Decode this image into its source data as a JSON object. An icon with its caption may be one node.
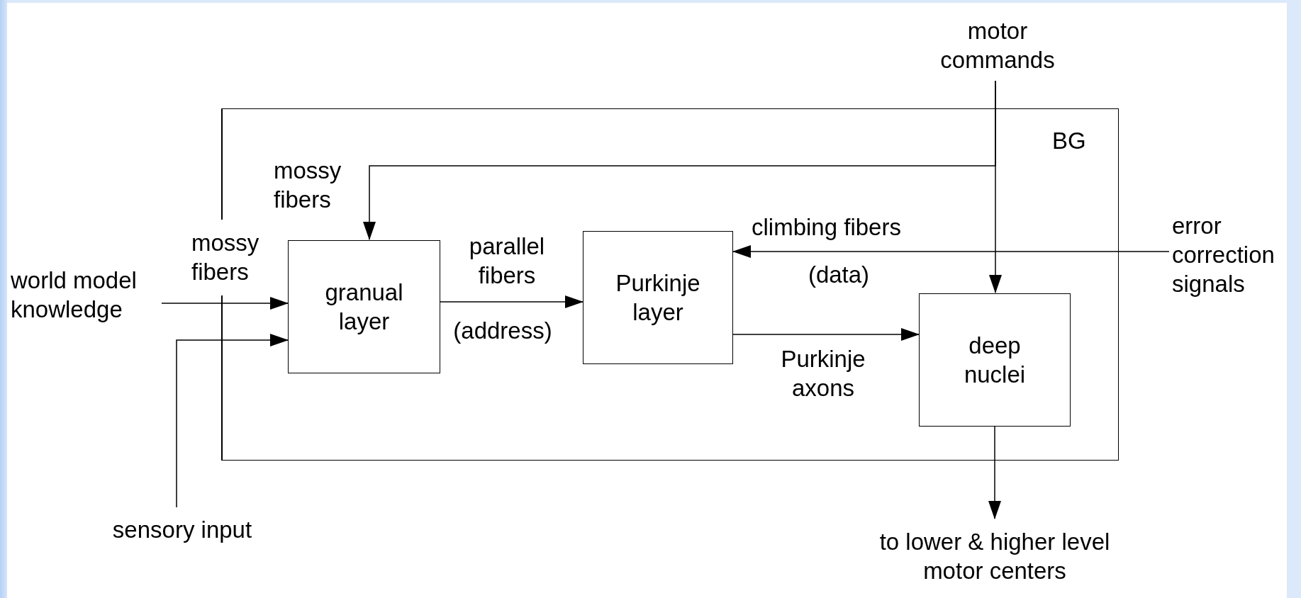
{
  "diagram": {
    "nodes": [
      {
        "text": [
          "BG"
        ]
      },
      {
        "text": [
          "granual layer"
        ],
        "in": 0
      },
      {
        "text": [
          "Purkinje layer"
        ],
        "in": 0
      },
      {
        "text": [
          "deep nuclei"
        ],
        "in": 0
      },
      {
        "text": [
          "motor commands"
        ]
      },
      {
        "text": [
          "error correction signals"
        ]
      },
      {
        "text": [
          "world model knowledge"
        ]
      },
      {
        "text": [
          "sensory input"
        ]
      },
      {
        "text": [
          "to lower & higher level motor centers"
        ]
      }
    ],
    "edges": [
      {
        "from": 4,
        "to": 3,
        "arrow": "to"
      },
      {
        "from": 4,
        "to": 1,
        "arrow": "to",
        "label": "mossy fibers"
      },
      {
        "from": 5,
        "to": 2,
        "arrow": "to",
        "label": "climbing fibers"
      },
      {
        "from": 6,
        "to": 1,
        "arrow": "to"
      },
      {
        "from": 7,
        "to": 1,
        "arrow": "to"
      },
      {
        "from": 1,
        "to": 2,
        "arrow": "to",
        "label": "parallel fibers"
      },
      {
        "from": 2,
        "to": 3,
        "arrow": "to",
        "label": "Purkinje axons"
      },
      {
        "from": 3,
        "to": 8,
        "arrow": "to"
      }
    ],
    "labels": [
      "mossy fibers",
      "(address)",
      "(data)"
    ]
  }
}
